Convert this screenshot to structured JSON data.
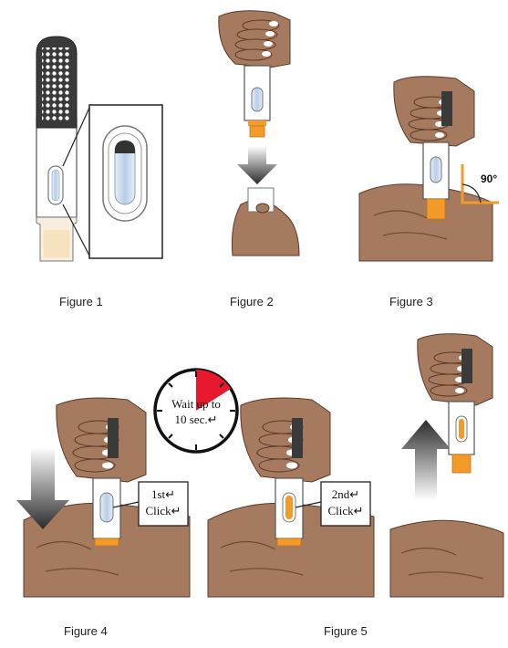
{
  "figures": [
    {
      "caption": "Figure 1"
    },
    {
      "caption": "Figure 2"
    },
    {
      "caption": "Figure 3",
      "angle_label": "90°"
    },
    {
      "caption": "Figure 4",
      "callout": {
        "line1": "1st↵",
        "line2": "Click↵"
      }
    },
    {
      "caption": "Figure 5",
      "callout": {
        "line1": "2nd↵",
        "line2": "Click↵"
      }
    }
  ],
  "timer": {
    "line1": "Wait up to",
    "line2": "10 sec.↵"
  },
  "colors": {
    "skin": "#a67a5e",
    "skin_dark": "#6e4a35",
    "pen_body": "#ffffff",
    "pen_dark": "#3a3a3a",
    "orange": "#f29b2b",
    "window_blue": "#b8cde8",
    "timer_red": "#e8192c"
  },
  "icons": [
    "autoinjector-pen-icon",
    "hand-icon",
    "down-arrow-icon",
    "up-arrow-icon",
    "timer-clock-icon"
  ]
}
